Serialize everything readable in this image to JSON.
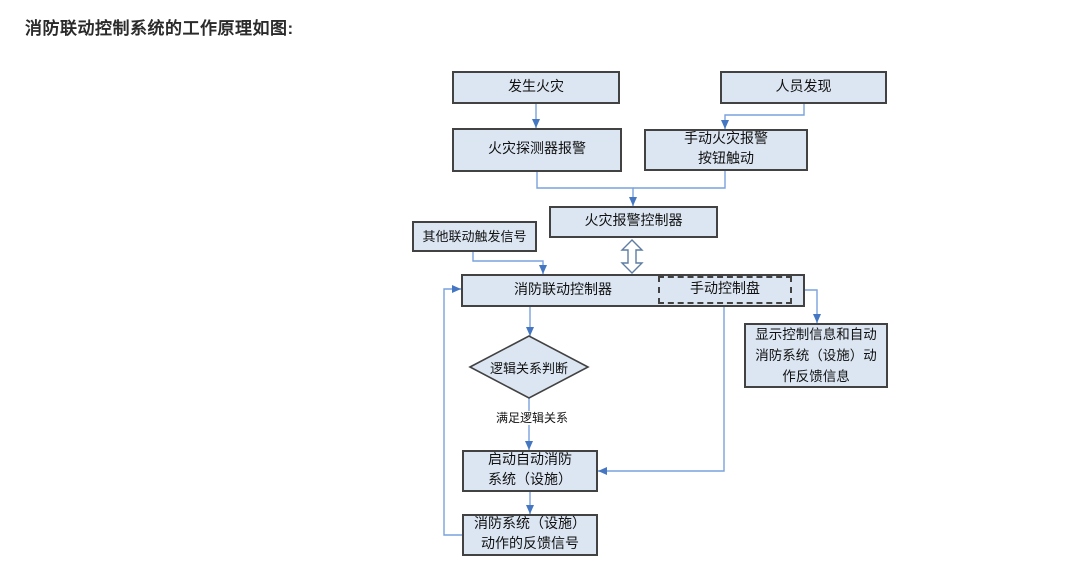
{
  "page": {
    "title": "消防联动控制系统的工作原理如图:"
  },
  "colors": {
    "background": "#ffffff",
    "node_fill": "#dce6f2",
    "node_border": "#424242",
    "connector_line": "#7aa2dd",
    "connector_head": "#4576c2",
    "double_arrow_outline": "#5f7da3",
    "title_text": "#2b2b2b",
    "node_text": "#111111"
  },
  "nodes": {
    "fire_occurs": {
      "label": "发生火灾"
    },
    "person_discovers": {
      "label": "人员发现"
    },
    "detector_alarm": {
      "label": "火灾探测器报警"
    },
    "manual_button": {
      "label": "手动火灾报警\n按钮触动"
    },
    "alarm_controller": {
      "label": "火灾报警控制器"
    },
    "other_trigger": {
      "label": "其他联动触发信号"
    },
    "linkage_controller": {
      "label": "消防联动控制器"
    },
    "manual_panel": {
      "label": "手动控制盘"
    },
    "logic_judgment": {
      "label": "逻辑关系判断"
    },
    "logic_condition": {
      "label": "满足逻辑关系"
    },
    "start_fire_system": {
      "label": "启动自动消防\n系统（设施）"
    },
    "feedback_signal": {
      "label": "消防系统（设施）\n动作的反馈信号"
    },
    "display_info": {
      "label": "显示控制信息和自动\n消防系统（设施）动\n作反馈信息"
    }
  }
}
